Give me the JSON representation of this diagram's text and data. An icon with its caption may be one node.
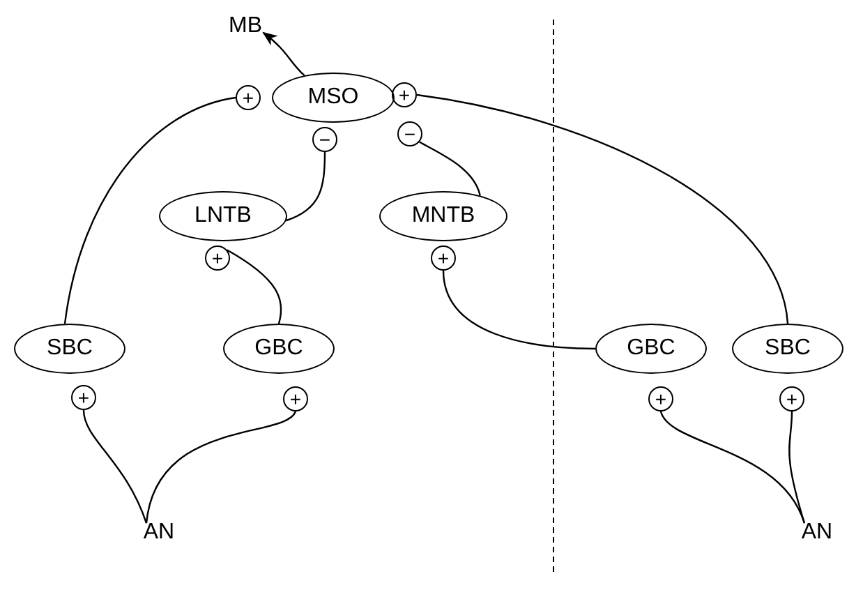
{
  "diagram": {
    "nodes": [
      {
        "text": [
          "MB"
        ]
      },
      {
        "text": [
          "+"
        ]
      },
      {
        "text": [
          "MSO"
        ]
      },
      {
        "text": [
          "+"
        ]
      },
      {
        "text": [
          "−"
        ]
      },
      {
        "text": [
          "−"
        ]
      },
      {
        "text": [
          "LNTB"
        ]
      },
      {
        "text": [
          "MNTB"
        ]
      },
      {
        "text": [
          "+"
        ]
      },
      {
        "text": [
          "+"
        ]
      },
      {
        "text": [
          "SBC"
        ]
      },
      {
        "text": [
          "GBC"
        ]
      },
      {
        "text": [
          "GBC"
        ]
      },
      {
        "text": [
          "SBC"
        ]
      },
      {
        "text": [
          "+"
        ]
      },
      {
        "text": [
          "+"
        ]
      },
      {
        "text": [
          "+"
        ]
      },
      {
        "text": [
          "+"
        ]
      },
      {
        "text": [
          "AN"
        ]
      },
      {
        "text": [
          "AN"
        ]
      }
    ],
    "edges": [
      {
        "from": 2,
        "to": 0,
        "arrow": "to"
      },
      {
        "from": 10,
        "to": 1,
        "arrow": "none"
      },
      {
        "from": 3,
        "to": 13,
        "arrow": "none"
      },
      {
        "from": 4,
        "to": 6,
        "arrow": "none"
      },
      {
        "from": 5,
        "to": 7,
        "arrow": "none"
      },
      {
        "from": 8,
        "to": 11,
        "arrow": "none"
      },
      {
        "from": 9,
        "to": 12,
        "arrow": "none"
      },
      {
        "from": 18,
        "to": 14,
        "arrow": "none"
      },
      {
        "from": 18,
        "to": 15,
        "arrow": "none"
      },
      {
        "from": 19,
        "to": 16,
        "arrow": "none"
      },
      {
        "from": 19,
        "to": 17,
        "arrow": "none"
      }
    ]
  }
}
